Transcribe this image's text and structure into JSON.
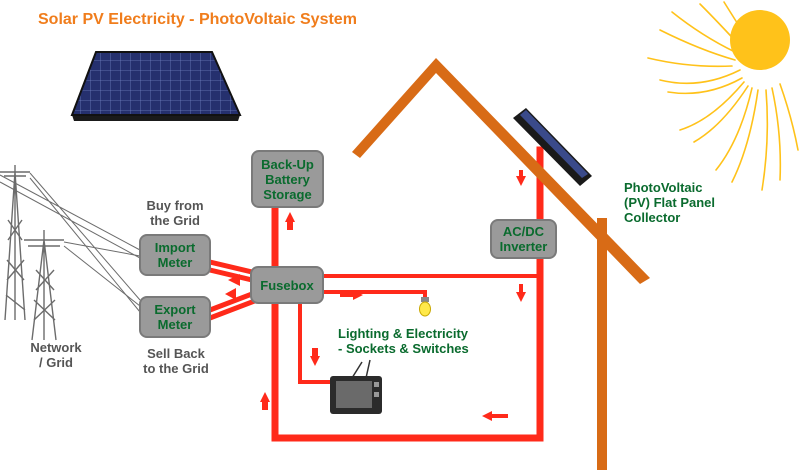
{
  "title": "Solar PV Electricity - PhotoVoltaic System",
  "boxes": {
    "battery": [
      "Back-Up",
      "Battery",
      "Storage"
    ],
    "import_meter": [
      "Import",
      "Meter"
    ],
    "export_meter": [
      "Export",
      "Meter"
    ],
    "fusebox": [
      "Fusebox"
    ],
    "inverter": [
      "AC/DC",
      "Inverter"
    ]
  },
  "labels": {
    "buy": [
      "Buy from",
      "the Grid"
    ],
    "sell": [
      "Sell Back",
      "to the Grid"
    ],
    "network": [
      "Network",
      "/ Grid"
    ],
    "lighting": [
      "Lighting & Electricity",
      "- Sockets & Switches"
    ],
    "collector": [
      "PhotoVoltaic",
      "(PV) Flat Panel",
      "Collector"
    ]
  },
  "colors": {
    "title": "#f07d1c",
    "roof": "#d86b16",
    "wire": "#ff2a1a",
    "box_fill": "#9a9a9a",
    "box_text": "#0a6b2e",
    "sun": "#ffc21a",
    "panel": "#1e2a6e",
    "pylon": "#6c6c6c"
  },
  "icons": [
    "solar-panel-icon",
    "sun-icon",
    "pylon-icon",
    "light-bulb-icon",
    "tv-icon",
    "flow-arrow-icon"
  ]
}
